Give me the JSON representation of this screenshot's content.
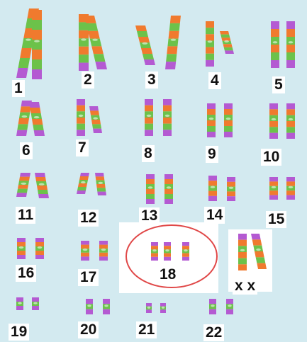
{
  "figure": {
    "colors": {
      "background": "#d3eaf0",
      "label_box": "#ffffff",
      "orange": "#f07a2e",
      "green": "#6cc24a",
      "purple": "#b45ad2",
      "highlight_circle": "#e04848",
      "label_text": "#111111"
    },
    "highlighted_pair": "18",
    "chromosome_pairs": [
      {
        "label": "1",
        "pattern": "large"
      },
      {
        "label": "2",
        "pattern": "large"
      },
      {
        "label": "3",
        "pattern": "large"
      },
      {
        "label": "4",
        "pattern": "large"
      },
      {
        "label": "5",
        "pattern": "medium"
      },
      {
        "label": "6",
        "pattern": "medium"
      },
      {
        "label": "7",
        "pattern": "medium"
      },
      {
        "label": "8",
        "pattern": "medium"
      },
      {
        "label": "9",
        "pattern": "medium"
      },
      {
        "label": "10",
        "pattern": "medium"
      },
      {
        "label": "11",
        "pattern": "medium"
      },
      {
        "label": "12",
        "pattern": "medium"
      },
      {
        "label": "13",
        "pattern": "medium"
      },
      {
        "label": "14",
        "pattern": "small"
      },
      {
        "label": "15",
        "pattern": "small"
      },
      {
        "label": "16",
        "pattern": "small"
      },
      {
        "label": "17",
        "pattern": "small"
      },
      {
        "label": "18",
        "pattern": "small"
      },
      {
        "label": "x x",
        "pattern": "sex"
      },
      {
        "label": "19",
        "pattern": "tiny"
      },
      {
        "label": "20",
        "pattern": "tiny"
      },
      {
        "label": "21",
        "pattern": "tiny"
      },
      {
        "label": "22",
        "pattern": "tiny"
      }
    ]
  }
}
